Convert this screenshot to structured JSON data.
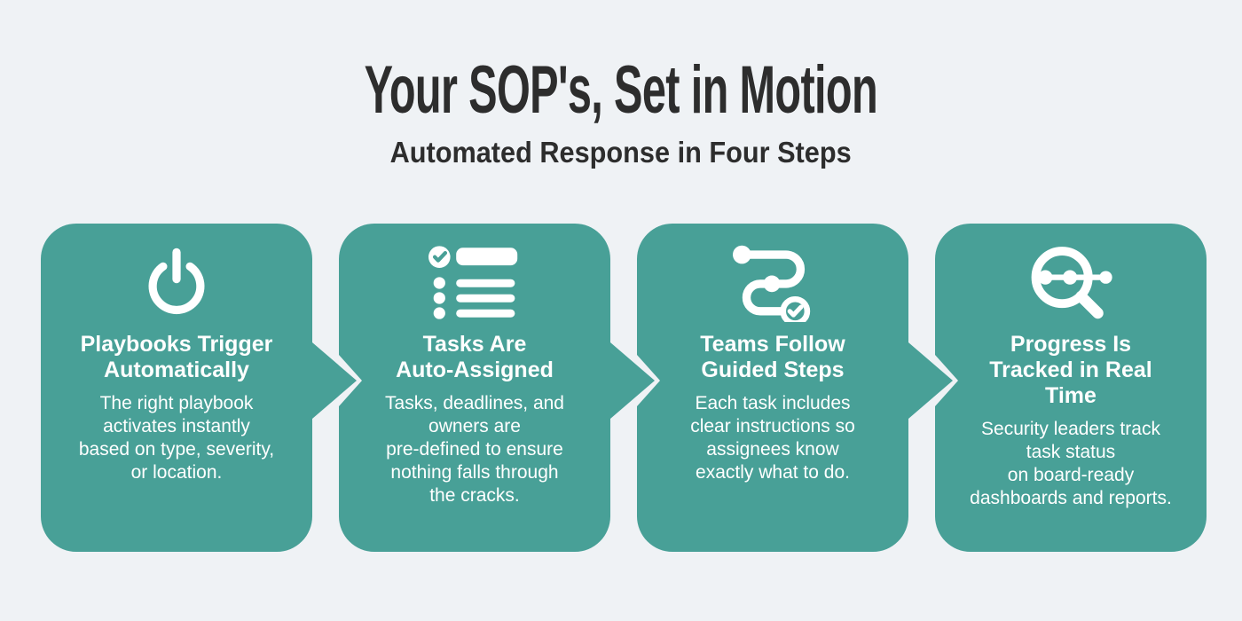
{
  "colors": {
    "background": "#EFF2F5",
    "accent": "#48A097",
    "heading_text": "#2D2D2D",
    "card_text": "#FFFFFF"
  },
  "header": {
    "title": "Your SOP's, Set in Motion",
    "subtitle": "Automated Response in Four Steps"
  },
  "cards": [
    {
      "icon": "power-icon",
      "title": "Playbooks Trigger\nAutomatically",
      "body": "The right playbook\nactivates instantly\nbased on type, severity,\nor location."
    },
    {
      "icon": "checklist-icon",
      "title": "Tasks Are\nAuto-Assigned",
      "body": "Tasks, deadlines, and\nowners are\npre-defined to ensure\nnothing falls through\nthe cracks."
    },
    {
      "icon": "guided-route-icon",
      "title": "Teams Follow\nGuided Steps",
      "body": "Each task includes\nclear instructions so\nassignees know\nexactly what to do."
    },
    {
      "icon": "progress-magnifier-icon",
      "title": "Progress Is\nTracked in Real\nTime",
      "body": "Security leaders track\ntask status\non board-ready\ndashboards and reports."
    }
  ]
}
